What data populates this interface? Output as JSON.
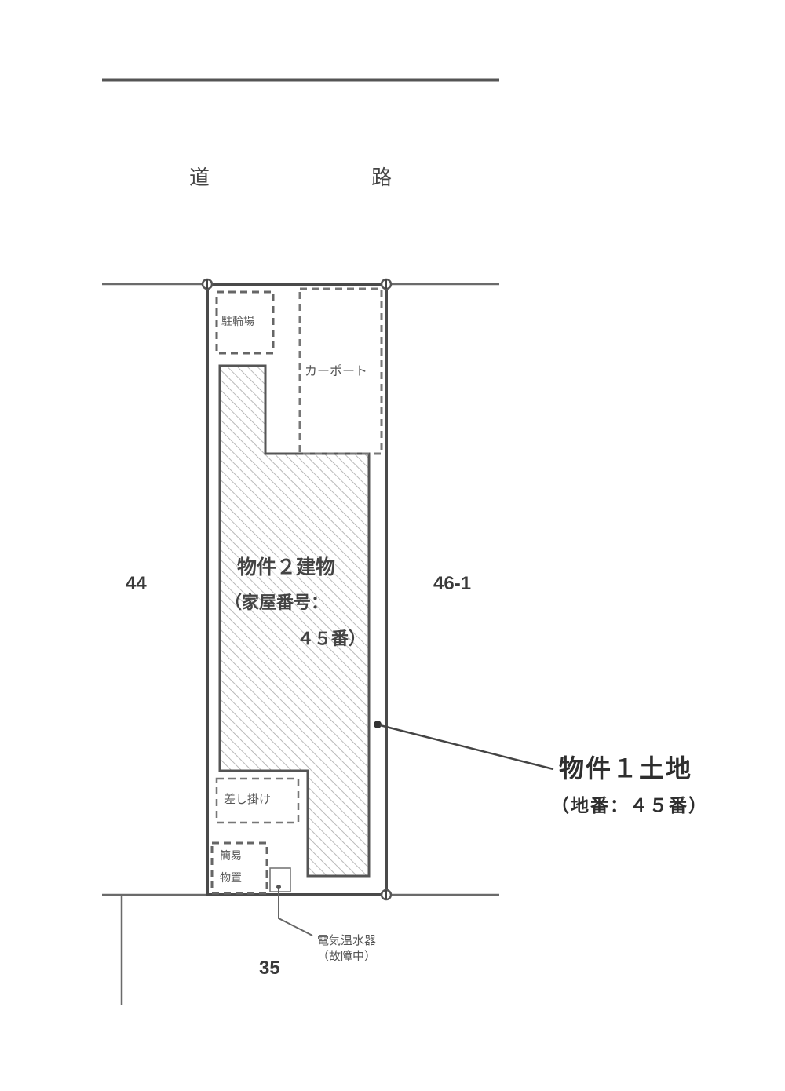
{
  "diagram": {
    "type": "site_plan",
    "road": {
      "label_char_1": "道",
      "label_char_2": "路"
    },
    "neighbor_lots": {
      "west": "44",
      "east": "46-1",
      "south": "35"
    },
    "subject_lot": {
      "title": "物件１土地",
      "subtitle": "（地番：４５番）"
    },
    "building": {
      "title": "物件２建物",
      "subtitle_line1": "（家屋番号：",
      "subtitle_line2": "４５番）"
    },
    "structures": {
      "bicycle_parking": "駐輪場",
      "carport": "カーポート",
      "lean_to": "差し掛け",
      "storage_line1": "簡易",
      "storage_line2": "物置"
    },
    "water_heater": {
      "label": "電気温水器",
      "status": "（故障中）"
    },
    "colors": {
      "line": "#4a4a4a",
      "hatch": "#9a9a9a",
      "dash": "#666666",
      "background": "#ffffff"
    }
  }
}
